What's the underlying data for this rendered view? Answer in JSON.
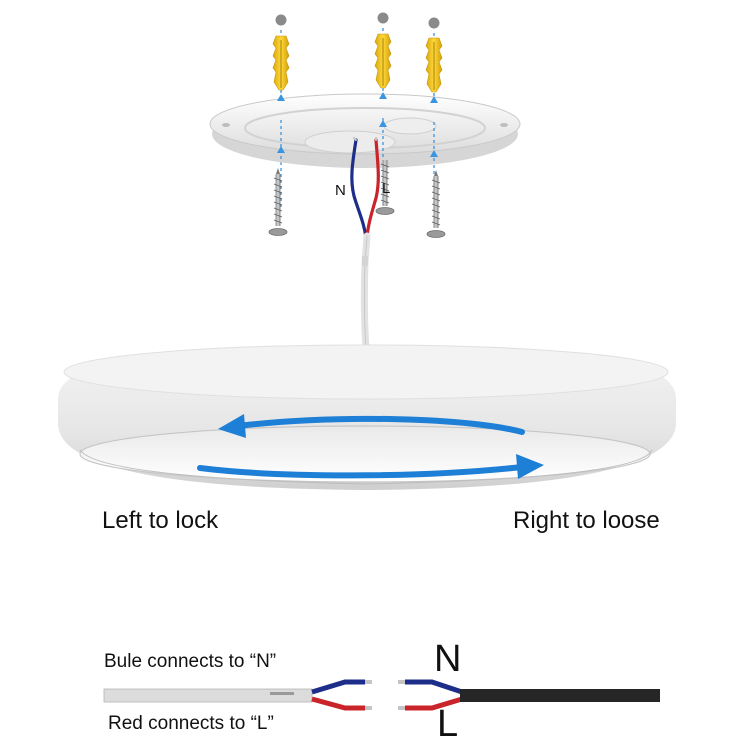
{
  "labels": {
    "rotate_lock": "Left to lock",
    "rotate_loose": "Right to loose",
    "blue_wire": "Bule connects to “N”",
    "red_wire": "Red connects to “L”",
    "wire_n": "N",
    "wire_l": "L",
    "big_n": "N",
    "big_l": "L"
  },
  "colors": {
    "arrow": "#1e7fd6",
    "wire_blue": "#1c2e8a",
    "wire_red": "#c8242a",
    "anchor": "#f2c418",
    "cable_black": "#262626"
  },
  "icons": [
    "wall-anchor-icon",
    "screw-icon",
    "rotate-arrow-icon"
  ]
}
